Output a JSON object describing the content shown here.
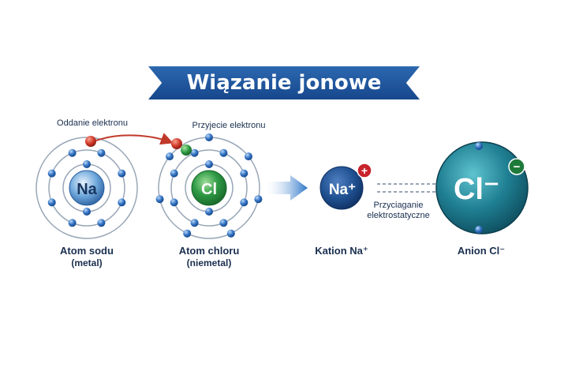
{
  "title": "Wiązanie jonowe",
  "electron_give": "Oddanie elektronu",
  "electron_accept": "Przyjecie elektronu",
  "atoms": [
    {
      "symbol": "Na",
      "name": "Atom sodu",
      "type": "(metal)",
      "shell_electrons": [
        2,
        8,
        1
      ]
    },
    {
      "symbol": "Cl",
      "name": "Atom chloru",
      "type": "(niemetal)",
      "shell_electrons": [
        2,
        8,
        7
      ]
    }
  ],
  "ions": {
    "cation": {
      "symbol": "Na⁺",
      "label": "Kation Na⁺",
      "charge": "+"
    },
    "anion": {
      "symbol": "Cl⁻",
      "label": "Anion Cl⁻",
      "charge": "−"
    }
  },
  "attraction_label_1": "Przyciaganie",
  "attraction_label_2": "elektrostatyczne",
  "colors": {
    "banner": "#1f5aa3",
    "na_nucleus": "#3c80c7",
    "cl_nucleus": "#2f9a45",
    "electron": "#2f6fc0",
    "transfer_electron": "#d23a2a",
    "arrow": "#c0392b"
  }
}
